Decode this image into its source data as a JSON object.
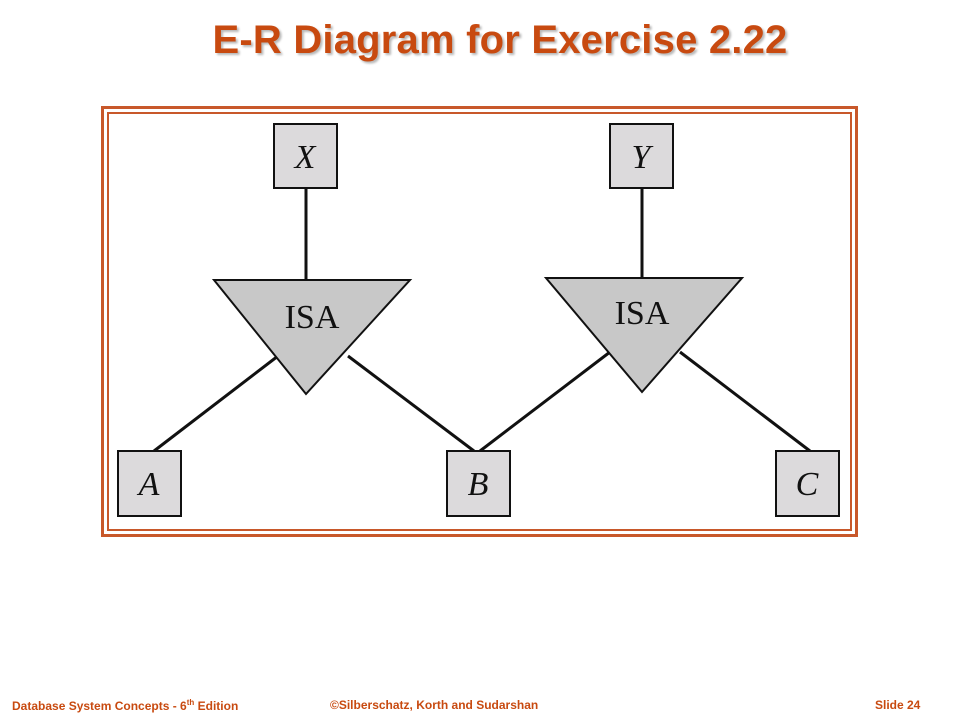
{
  "slide": {
    "title": "E-R Diagram for Exercise 2.22"
  },
  "diagram": {
    "entities": {
      "x": "X",
      "y": "Y",
      "a": "A",
      "b": "B",
      "c": "C"
    },
    "isa_left": "ISA",
    "isa_right": "ISA"
  },
  "footer": {
    "book_prefix": "Database  System Concepts  - 6",
    "book_sup": "th",
    "book_suffix": " Edition",
    "copyright": "©Silberschatz, Korth and Sudarshan",
    "slide_number": "Slide 24"
  },
  "colors": {
    "accent": "#c84a10",
    "frame": "#c8582a",
    "entity_fill": "#dcdadc",
    "isa_fill": "#c8c8c8"
  }
}
